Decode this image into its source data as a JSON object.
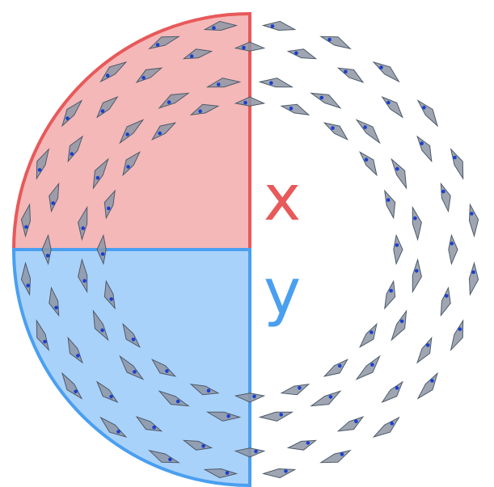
{
  "labels": {
    "x": "x",
    "y": "y"
  },
  "colors": {
    "x_fill": "#f4b8b8",
    "x_stroke": "#e8595a",
    "x_text": "#e8595a",
    "y_fill": "#a9d2fb",
    "y_stroke": "#4a9ff0",
    "y_text": "#4a9ff0",
    "segment_fill": "#8e96a4",
    "segment_stroke": "#4e5a6a",
    "segment_dot": "#1a3fcf",
    "background": "#ffffff"
  },
  "rings": [
    {
      "name": "outer-ring",
      "lanes": 2,
      "segments": 24
    },
    {
      "name": "inner-ring",
      "lanes": 2,
      "segments": 20
    }
  ]
}
